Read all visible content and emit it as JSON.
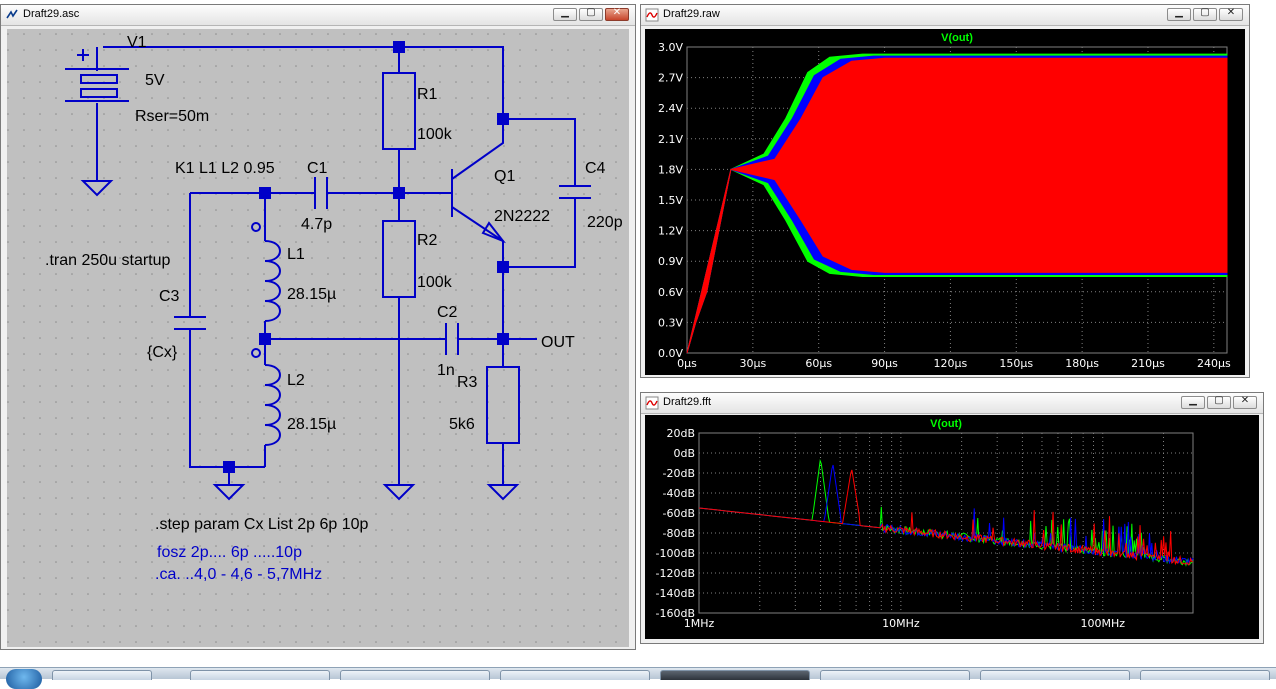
{
  "schematic_window": {
    "title": "Draft29.asc",
    "components": {
      "v1_name": "V1",
      "v1_value": "5V",
      "v1_rser": "Rser=50m",
      "r1_name": "R1",
      "r1_value": "100k",
      "r2_name": "R2",
      "r2_value": "100k",
      "r3_name": "R3",
      "r3_value": "5k6",
      "c1_name": "C1",
      "c1_value": "4.7p",
      "c2_name": "C2",
      "c2_value": "1n",
      "c3_name": "C3",
      "c3_value": "{Cx}",
      "c4_name": "C4",
      "c4_value": "220p",
      "q1_name": "Q1",
      "q1_value": "2N2222",
      "l1_name": "L1",
      "l1_value": "28.15µ",
      "l2_name": "L2",
      "l2_value": "28.15µ",
      "coupling": "K1 L1 L2 0.95",
      "out_label": "OUT"
    },
    "directives": {
      "tran": ".tran 250u startup",
      "step": ".step param Cx List 2p 6p 10p"
    },
    "comments": {
      "line1": "fosz  2p.... 6p .....10p",
      "line2": ".ca. ..4,0 - 4,6 -  5,7MHz"
    }
  },
  "raw_window": {
    "title": "Draft29.raw",
    "trace_label": "V(out)",
    "chart_data": {
      "type": "line",
      "title": "V(out)",
      "x_ticks": [
        "0µs",
        "30µs",
        "60µs",
        "90µs",
        "120µs",
        "150µs",
        "180µs",
        "210µs",
        "240µs"
      ],
      "y_ticks": [
        "0.0V",
        "0.3V",
        "0.6V",
        "0.9V",
        "1.2V",
        "1.5V",
        "1.8V",
        "2.1V",
        "2.4V",
        "2.7V",
        "3.0V"
      ],
      "xlim": [
        0,
        246
      ],
      "ylim": [
        0,
        3.0
      ],
      "series": [
        {
          "color": "#00ff00",
          "envelope": [
            [
              0,
              0.0
            ],
            [
              4,
              0.3
            ],
            [
              9,
              0.6
            ],
            [
              20,
              1.8
            ],
            [
              35,
              1.95
            ],
            [
              45,
              2.3
            ],
            [
              55,
              2.75
            ],
            [
              65,
              2.9
            ],
            [
              80,
              2.93
            ],
            [
              246,
              2.93
            ]
          ],
          "lower": [
            [
              20,
              1.8
            ],
            [
              35,
              1.65
            ],
            [
              45,
              1.3
            ],
            [
              55,
              0.9
            ],
            [
              65,
              0.78
            ],
            [
              80,
              0.75
            ],
            [
              246,
              0.75
            ]
          ]
        },
        {
          "color": "#0000ff",
          "envelope": [
            [
              0,
              0.0
            ],
            [
              4,
              0.3
            ],
            [
              9,
              0.6
            ],
            [
              20,
              1.8
            ],
            [
              37,
              1.93
            ],
            [
              48,
              2.3
            ],
            [
              58,
              2.72
            ],
            [
              70,
              2.88
            ],
            [
              85,
              2.91
            ],
            [
              246,
              2.91
            ]
          ],
          "lower": [
            [
              20,
              1.8
            ],
            [
              37,
              1.67
            ],
            [
              48,
              1.3
            ],
            [
              58,
              0.92
            ],
            [
              70,
              0.8
            ],
            [
              85,
              0.77
            ],
            [
              246,
              0.77
            ]
          ]
        },
        {
          "color": "#ff0000",
          "envelope": [
            [
              0,
              0.0
            ],
            [
              4,
              0.3
            ],
            [
              9,
              0.6
            ],
            [
              20,
              1.8
            ],
            [
              40,
              1.9
            ],
            [
              52,
              2.3
            ],
            [
              62,
              2.7
            ],
            [
              75,
              2.86
            ],
            [
              90,
              2.89
            ],
            [
              246,
              2.89
            ]
          ],
          "lower": [
            [
              20,
              1.8
            ],
            [
              40,
              1.7
            ],
            [
              52,
              1.3
            ],
            [
              62,
              0.95
            ],
            [
              75,
              0.82
            ],
            [
              90,
              0.79
            ],
            [
              246,
              0.79
            ]
          ]
        }
      ]
    }
  },
  "fft_window": {
    "title": "Draft29.fft",
    "trace_label": "V(out)",
    "chart_data": {
      "type": "line",
      "title": "V(out)",
      "x_scale": "log",
      "x_ticks": [
        "1MHz",
        "10MHz",
        "100MHz"
      ],
      "y_ticks": [
        "20dB",
        "0dB",
        "-20dB",
        "-40dB",
        "-60dB",
        "-80dB",
        "-100dB",
        "-120dB",
        "-140dB",
        "-160dB"
      ],
      "xlim_mhz": [
        1,
        280
      ],
      "ylim_db": [
        -160,
        20
      ],
      "series": [
        {
          "color": "#00ff00",
          "peak_mhz": 4.0,
          "peak_db": -5
        },
        {
          "color": "#0000ff",
          "peak_mhz": 4.6,
          "peak_db": -10
        },
        {
          "color": "#ff0000",
          "peak_mhz": 5.7,
          "peak_db": -15
        }
      ]
    }
  },
  "colors": {
    "wire": "#0000c8",
    "schematic_bg": "#c0c0c0",
    "plot_bg": "#000000",
    "trace_green": "#00ff00",
    "trace_blue": "#0000ff",
    "trace_red": "#ff0000"
  },
  "icons": [
    "schematic-app-icon",
    "waveform-app-icon",
    "minimize-icon",
    "maximize-icon",
    "close-icon"
  ]
}
